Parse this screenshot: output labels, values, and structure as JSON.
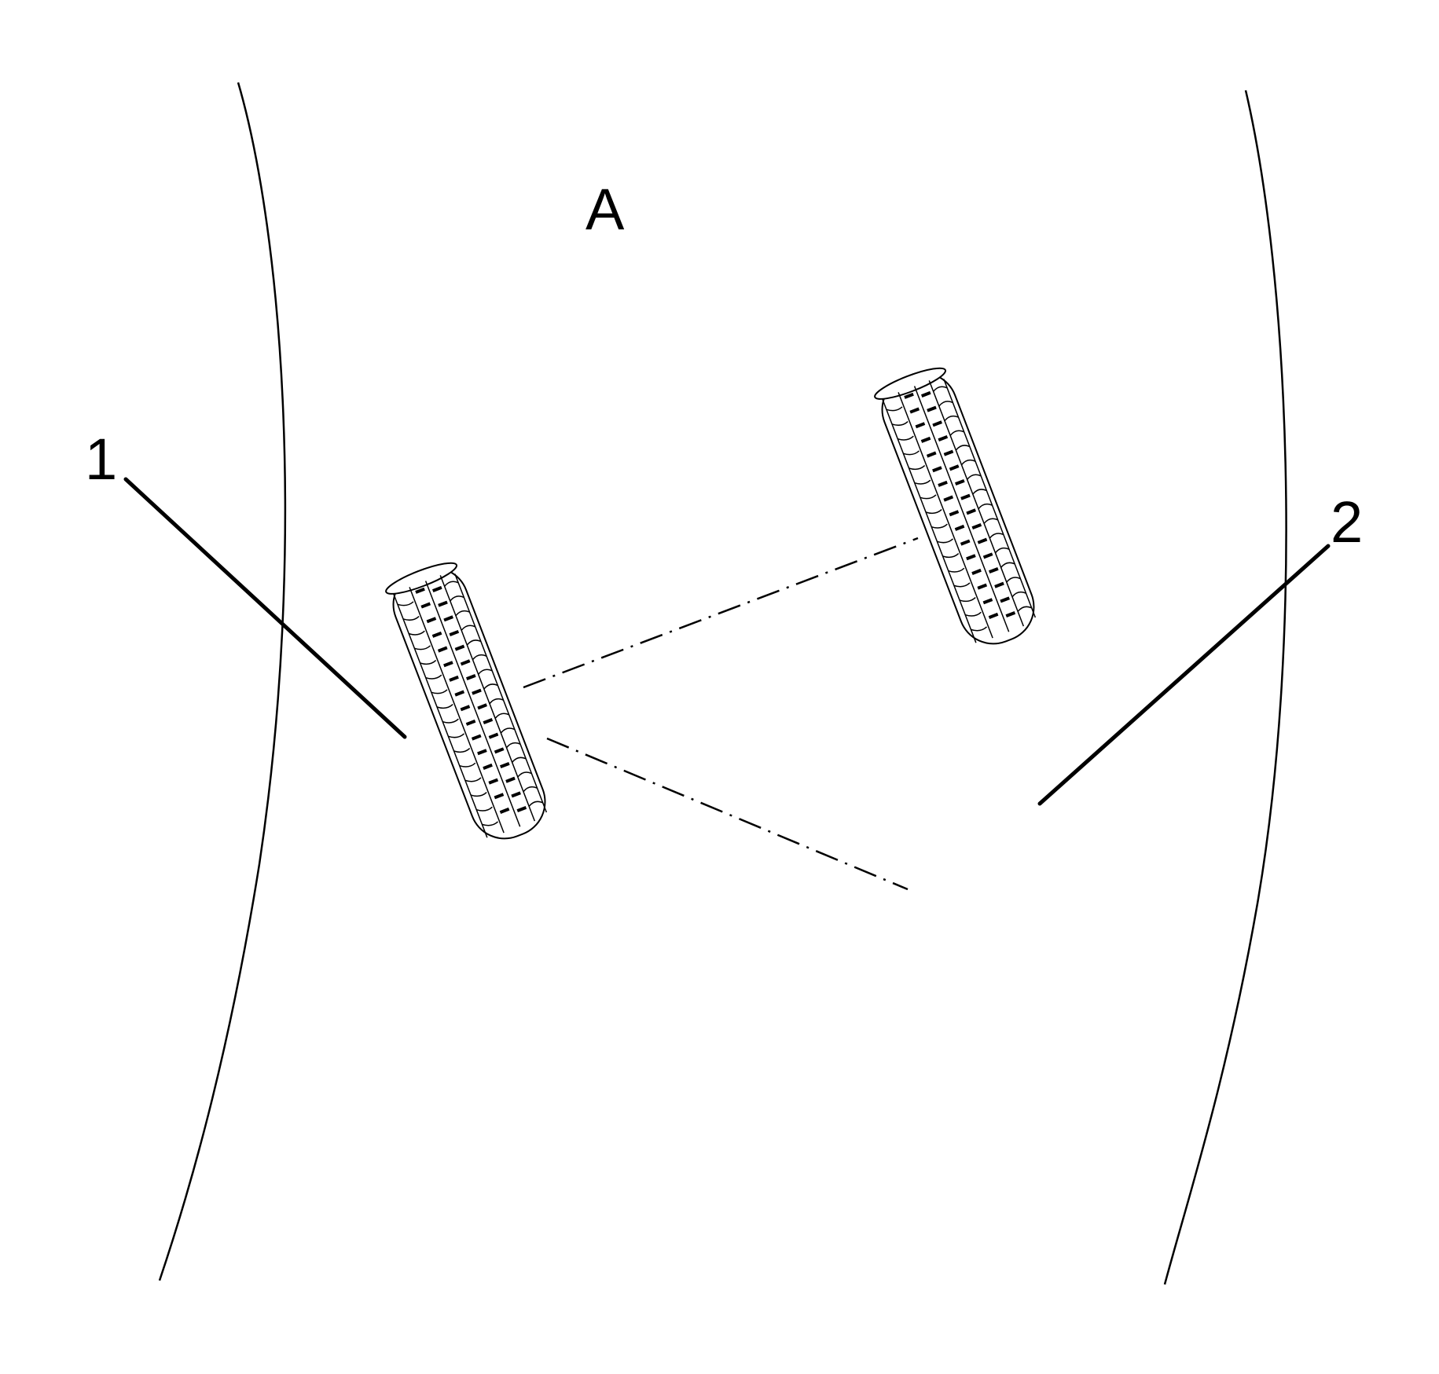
{
  "labels": {
    "view": "A",
    "callout_1": "1",
    "callout_2": "2"
  }
}
